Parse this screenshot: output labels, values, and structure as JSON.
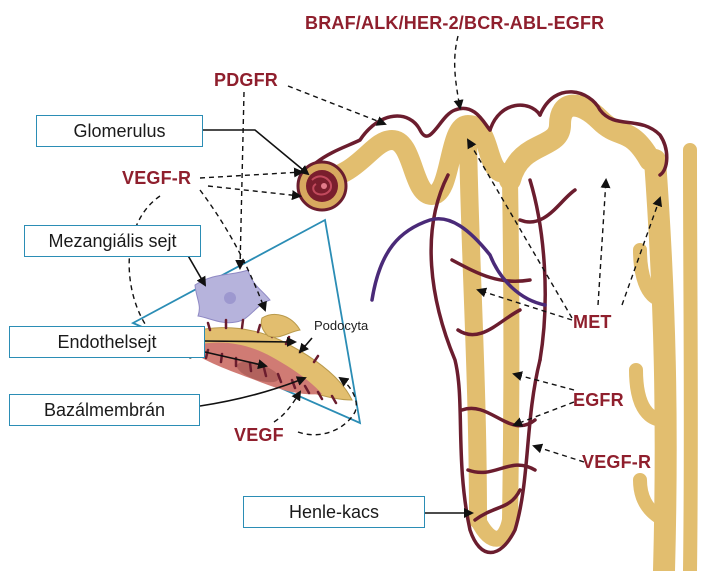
{
  "diagram": {
    "labels": {
      "glomerulus": "Glomerulus",
      "mezangialis": "Mezangiális sejt",
      "endothel": "Endothelsejt",
      "bazalmembran": "Bazálmembrán",
      "henle": "Henle-kacs",
      "podocyta": "Podocyta"
    },
    "targets": {
      "braf": "BRAF/ALK/HER-2/BCR-ABL-EGFR",
      "pdgfr": "PDGFR",
      "vegfr_top": "VEGF-R",
      "met": "MET",
      "egfr": "EGFR",
      "vegfr_bottom": "VEGF-R",
      "vegf": "VEGF"
    }
  },
  "colors": {
    "tubule": "#e2be6f",
    "vessel": "#6b1d2e",
    "vein": "#4a2a78",
    "target_text": "#8f1f2d",
    "box_border": "#2b8db5"
  }
}
